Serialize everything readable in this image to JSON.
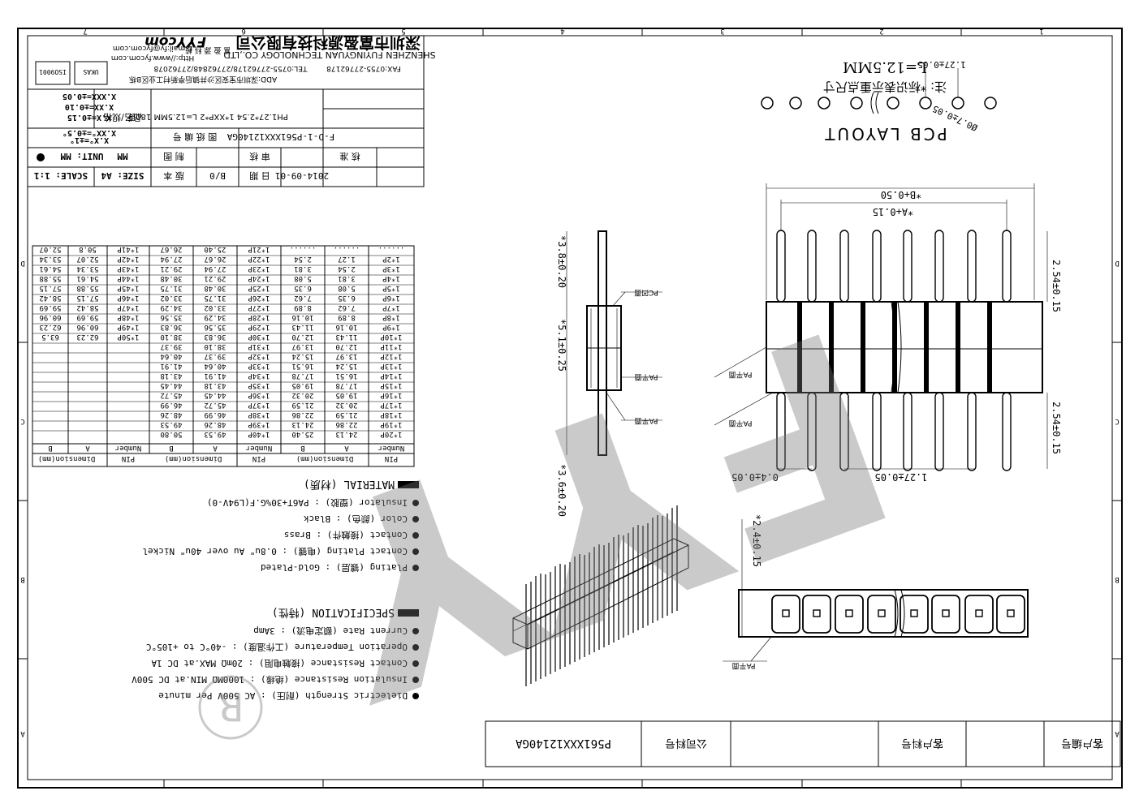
{
  "frame": {
    "cols_top": [
      "7",
      "6",
      "5",
      "4",
      "3",
      "2",
      "1"
    ],
    "rows_left": [
      "D",
      "C",
      "B",
      "A"
    ],
    "rows_right": [
      "D",
      "C",
      "B",
      "A"
    ]
  },
  "title_block": {
    "scale_label": "SCALE: 1:1",
    "size_label": "SIZE: A4",
    "edition_label": "版 本",
    "edition_value": "B/0",
    "date_label": "日 期",
    "date_value": "2014-09-01",
    "unit_label": "UNIT: MM",
    "drawing_label": "制 图",
    "check_label": "审 核",
    "approve_label": "核 准",
    "drawing_no_label": "图 纸 编 号",
    "drawing_no": "F-D-1-P561XXX12140GA",
    "product_label": "品名/规格",
    "product_value": "PH1.27*2.54 1*XXP*2 L=12.5MM 180度",
    "tol_x": "X.X=±0.15",
    "tol_xx": "X.XX=±0.10",
    "tol_xxx": "X.XXX=±0.05",
    "tol_ang_1": "X.X°=±1°",
    "tol_ang_2": "X.XX°=±0.5°",
    "company_cn": "深圳市富盈源科技有限公司",
    "company_en": "SHENZHEN FUYINGYUAN TECHNOLOGY CO.,LTD",
    "brand": "FYYcom",
    "brand_cn": "富 盈 源 科 技",
    "address": "ADD:深圳市宝安区沙井镇后亭新村工业区B栋",
    "tel": "TEL:0755-27762178/27762848/27762078",
    "fax": "FAX:0755-27762178",
    "http": "Http://www.fycom.com",
    "email": "E-mail:fy@fycom.com",
    "cert": "ISO9001"
  },
  "dimension_table": {
    "headers": [
      "PIN",
      "Dimension(mm)",
      "PIN",
      "Dimension(mm)",
      "PIN",
      "Dimension(mm)"
    ],
    "subheaders": [
      "Number",
      "A",
      "B",
      "Number",
      "A",
      "B",
      "Number",
      "A",
      "B"
    ],
    "rows": [
      [
        "1*20P",
        "24.13",
        "25.40",
        "1*40P",
        "49.53",
        "50.80",
        "",
        "",
        ""
      ],
      [
        "1*19P",
        "22.86",
        "24.13",
        "1*39P",
        "48.26",
        "49.53",
        "",
        "",
        ""
      ],
      [
        "1*18P",
        "21.59",
        "22.86",
        "1*38P",
        "46.99",
        "48.26",
        "",
        "",
        ""
      ],
      [
        "1*17P",
        "20.32",
        "21.59",
        "1*37P",
        "45.72",
        "46.99",
        "",
        "",
        ""
      ],
      [
        "1*16P",
        "19.05",
        "20.32",
        "1*36P",
        "44.45",
        "45.72",
        "",
        "",
        ""
      ],
      [
        "1*15P",
        "17.78",
        "19.05",
        "1*35P",
        "43.18",
        "44.45",
        "",
        "",
        ""
      ],
      [
        "1*14P",
        "16.51",
        "17.78",
        "1*34P",
        "41.91",
        "43.18",
        "",
        "",
        ""
      ],
      [
        "1*13P",
        "15.24",
        "16.51",
        "1*33P",
        "40.64",
        "41.91",
        "",
        "",
        ""
      ],
      [
        "1*12P",
        "13.97",
        "15.24",
        "1*32P",
        "39.37",
        "40.64",
        "",
        "",
        ""
      ],
      [
        "1*11P",
        "12.70",
        "13.97",
        "1*31P",
        "38.10",
        "39.37",
        "",
        "",
        ""
      ],
      [
        "1*10P",
        "11.43",
        "12.70",
        "1*30P",
        "36.83",
        "38.10",
        "1*50P",
        "62.23",
        "63.5"
      ],
      [
        "1*9P",
        "10.16",
        "11.43",
        "1*29P",
        "35.56",
        "36.83",
        "1*49P",
        "60.96",
        "62.23"
      ],
      [
        "1*8P",
        "8.89",
        "10.16",
        "1*28P",
        "34.29",
        "35.56",
        "1*48P",
        "59.69",
        "60.96"
      ],
      [
        "1*7P",
        "7.62",
        "8.89",
        "1*27P",
        "33.02",
        "34.29",
        "1*47P",
        "58.42",
        "59.69"
      ],
      [
        "1*6P",
        "6.35",
        "7.62",
        "1*26P",
        "31.75",
        "33.02",
        "1*46P",
        "57.15",
        "58.42"
      ],
      [
        "1*5P",
        "5.08",
        "6.35",
        "1*25P",
        "30.48",
        "31.75",
        "1*45P",
        "55.88",
        "57.15"
      ],
      [
        "1*4P",
        "3.81",
        "5.08",
        "1*24P",
        "29.21",
        "30.48",
        "1*44P",
        "54.61",
        "55.88"
      ],
      [
        "1*3P",
        "2.54",
        "3.81",
        "1*23P",
        "27.94",
        "29.21",
        "1*43P",
        "53.34",
        "54.61"
      ],
      [
        "1*2P",
        "1.27",
        "2.54",
        "1*22P",
        "26.67",
        "27.94",
        "1*42P",
        "52.07",
        "53.34"
      ],
      [
        "......",
        "......",
        "......",
        "1*21P",
        "25.40",
        "26.67",
        "1*41P",
        "50.8",
        "52.07"
      ]
    ]
  },
  "specification": {
    "heading": "SPECIFICATION (特性)",
    "items": [
      "Dielectric Strength (耐压) : AC 500V Per minute",
      "Insulation Resistance (绝缘) : 1000MΩ MIN.at DC 500V",
      "Contact Resistance (接触电阻) : 20mΩ MAX.at DC 1A",
      "Operation Temperature (工作温度) : -40°C to +105°C",
      "Current Rate (额定电流) : 3Amp"
    ]
  },
  "material": {
    "heading": "MATERIAL (材质)",
    "items": [
      "Plating (镀层) : Gold-Plated",
      "Contact Plating (电镀) : 0.8u\" Au over 40u\" Nickel",
      "Contact (接触件) : Brass",
      "Color (颜色) : Black",
      "Insulator (塑胶) : PA6T+30%G.F(L94V-0)"
    ]
  },
  "pcb_layout": {
    "title": "PCB LAYOUT",
    "dim_pitch": "1.27±0.05",
    "dim_hole": "Ø0.7±0.05",
    "note": "注: *标识表示重点尺寸",
    "length": "L=12.5MM"
  },
  "front_view": {
    "dim_b": "*B+0.50",
    "dim_a": "*A+0.15",
    "dim_top": "2.54±0.15",
    "dim_bottom": "2.54±0.15",
    "dim_pin_w": "0.4±0.05",
    "dim_pitch": "1.27±0.05",
    "pa_label": "PA平面"
  },
  "side_view": {
    "dim_top": "*3.8±0.20",
    "dim_mid": "*5.1±0.25",
    "dim_bottom": "*3.6±0.20",
    "pc_label": "PC凹面",
    "pa_label_1": "PA平面",
    "pa_label_2": "PA平面"
  },
  "bottom_view": {
    "dim_h": "*2.4±0.15",
    "pa_label": "PA平面"
  },
  "footer": {
    "part_no": "P561XXX12140GA",
    "company_part_label": "公司料号",
    "customer_part_label": "客户料号",
    "customer_no_label": "客户编号"
  },
  "watermark": "FYY",
  "registered": "R"
}
